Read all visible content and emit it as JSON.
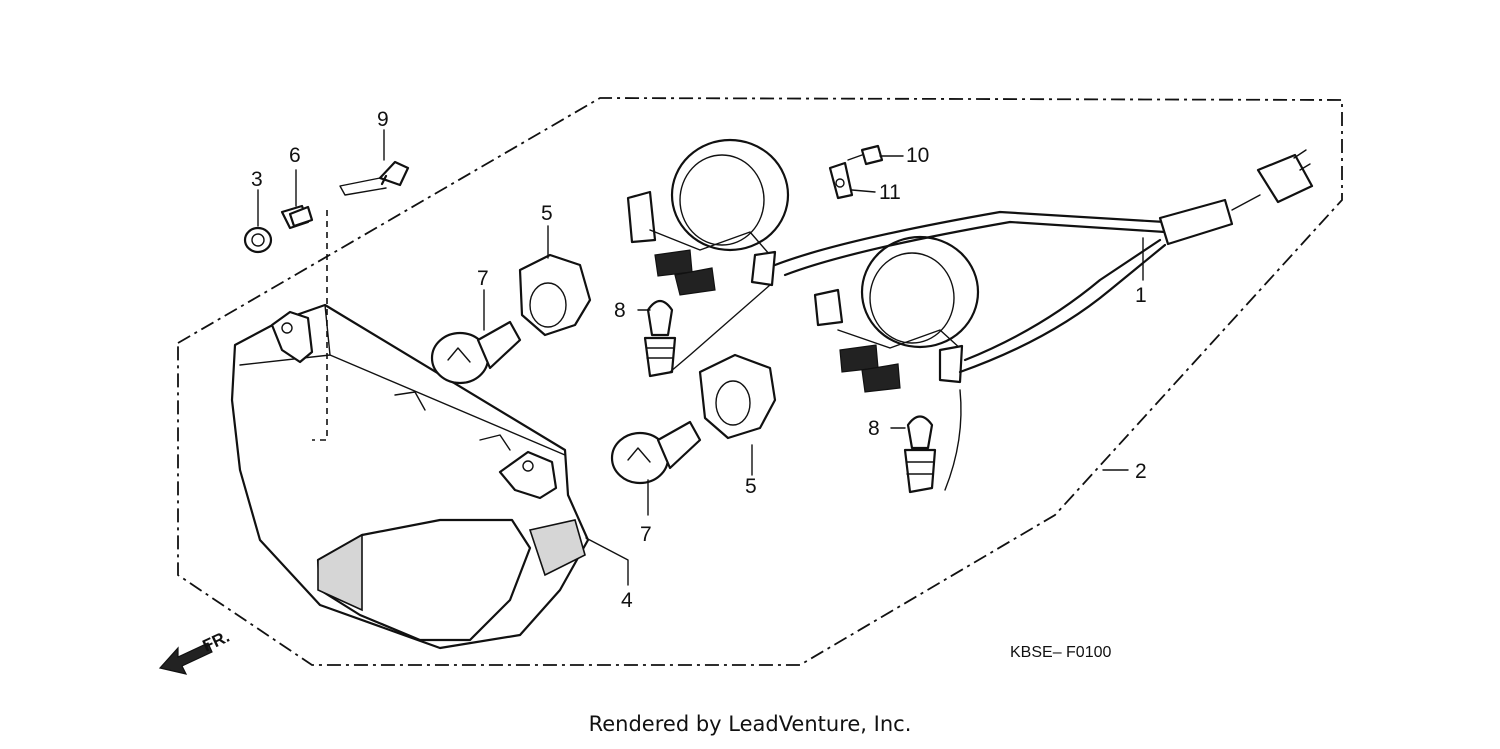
{
  "diagram": {
    "callouts": {
      "c1": "1",
      "c2": "2",
      "c3": "3",
      "c4": "4",
      "c5a": "5",
      "c5b": "5",
      "c6": "6",
      "c7a": "7",
      "c7b": "7",
      "c8a": "8",
      "c8b": "8",
      "c9": "9",
      "c10": "10",
      "c11": "11"
    },
    "figure_code": "KBSE– F0100",
    "direction_label": "FR.",
    "direction_icon": "front-arrow-icon"
  },
  "footer": {
    "credit": "Rendered by LeadVenture, Inc."
  }
}
